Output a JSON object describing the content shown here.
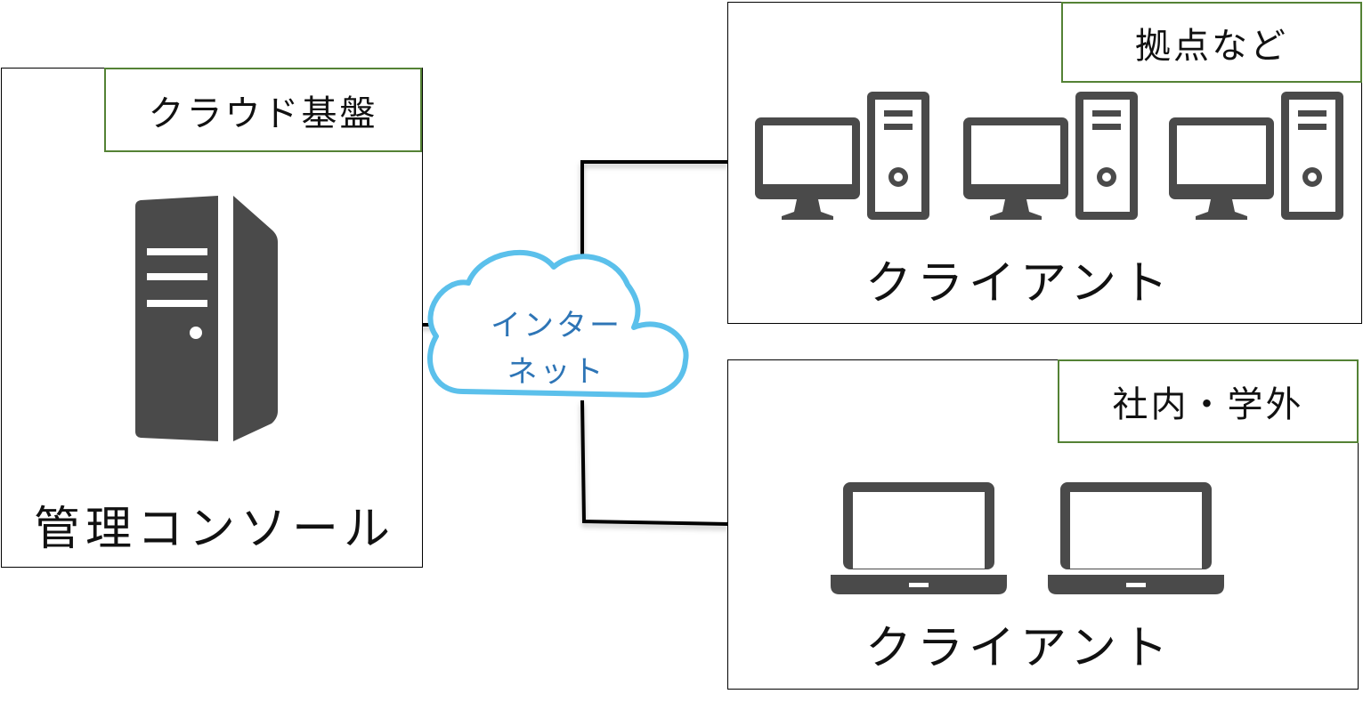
{
  "cloud_platform": {
    "tag": "クラウド基盤",
    "label": "管理コンソール",
    "icon": "server-tower-icon"
  },
  "internet": {
    "line1": "インター",
    "line2": "ネット",
    "icon": "cloud-icon",
    "color": "#5bc0eb"
  },
  "branch": {
    "tag": "拠点など",
    "label": "クライアント",
    "icon": "desktop-computer-icon",
    "device_count": 3
  },
  "campus": {
    "tag": "社内・学外",
    "label": "クライアント",
    "icon": "laptop-icon",
    "device_count": 2
  },
  "colors": {
    "tag_border": "#548235",
    "icon_fill": "#4a4a4a",
    "cloud_text": "#2e75b6"
  }
}
